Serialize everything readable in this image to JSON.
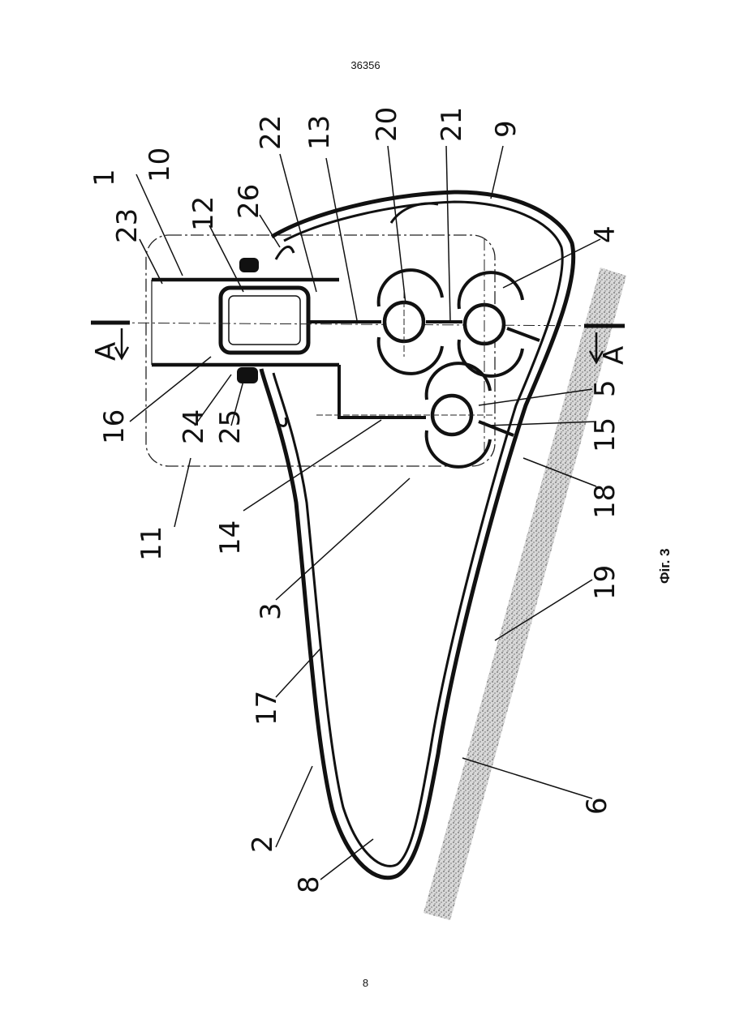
{
  "page": {
    "header_number": "36356",
    "footer_number": "8"
  },
  "figure": {
    "caption": "Фіг. 3",
    "section_mark": "A",
    "labels": {
      "l1": "1",
      "l2": "2",
      "l3": "3",
      "l4": "4",
      "l5": "5",
      "l6": "6",
      "l8": "8",
      "l9": "9",
      "l10": "10",
      "l11": "11",
      "l12": "12",
      "l13": "13",
      "l14": "14",
      "l15": "15",
      "l16": "16",
      "l17": "17",
      "l18": "18",
      "l19": "19",
      "l20": "20",
      "l21": "21",
      "l22": "22",
      "l23": "23",
      "l24": "24",
      "l25": "25",
      "l26": "26"
    }
  }
}
